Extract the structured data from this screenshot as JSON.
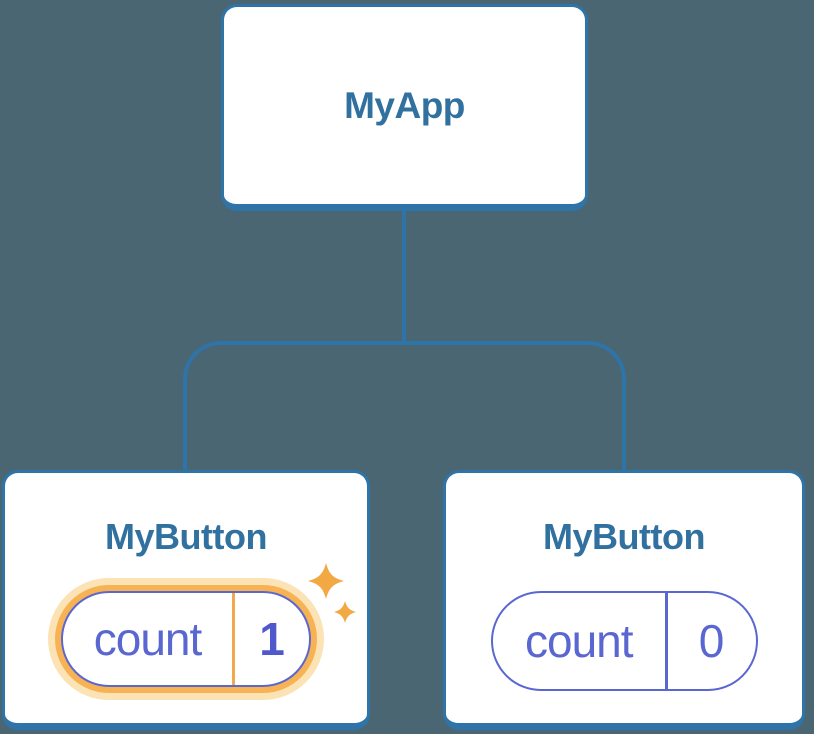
{
  "colors": {
    "bg": "#4a6672",
    "line": "#2e74a8",
    "title": "#31719f",
    "indigo": "#5b67d1",
    "indigo-dark": "#4f59cb",
    "orange": "#f7b254",
    "orange-glow": "#fbe3b5",
    "orange-divider": "#f2a94c",
    "sparkle": "#f2a944"
  },
  "tree": {
    "root": {
      "label": "MyApp"
    },
    "children": [
      {
        "label": "MyButton",
        "state": {
          "name": "count",
          "value": "1"
        },
        "highlighted": true,
        "icon": "sparkles-icon"
      },
      {
        "label": "MyButton",
        "state": {
          "name": "count",
          "value": "0"
        },
        "highlighted": false
      }
    ]
  }
}
